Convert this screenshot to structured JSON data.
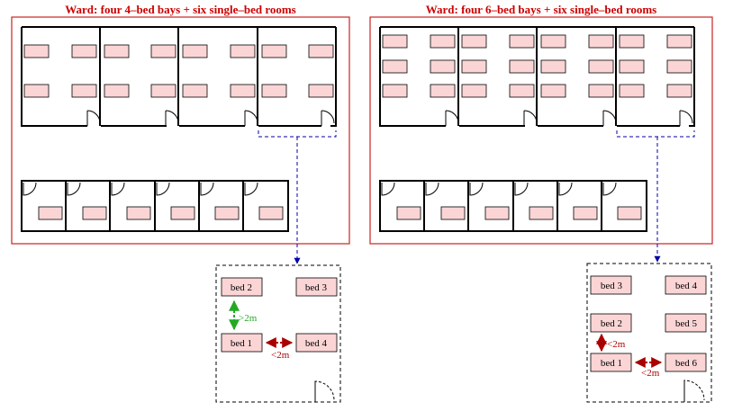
{
  "left": {
    "title": "Ward: four 4–bed bays + six single–bed rooms",
    "zoom_beds": [
      "bed 1",
      "bed 2",
      "bed 3",
      "bed 4"
    ],
    "dim_far": ">2m",
    "dim_near": "<2m",
    "colors": {
      "far": "#22aa22",
      "near": "#aa0000"
    }
  },
  "right": {
    "title": "Ward: four 6–bed bays + six single–bed rooms",
    "zoom_beds": [
      "bed 1",
      "bed 2",
      "bed 3",
      "bed 4",
      "bed 5",
      "bed 6"
    ],
    "dim_a": "<2m",
    "dim_b": "<2m",
    "colors": {
      "near": "#aa0000"
    }
  },
  "colors": {
    "panel": "#cc2222",
    "bed": "#fbd5d5",
    "link": "#0000aa"
  }
}
